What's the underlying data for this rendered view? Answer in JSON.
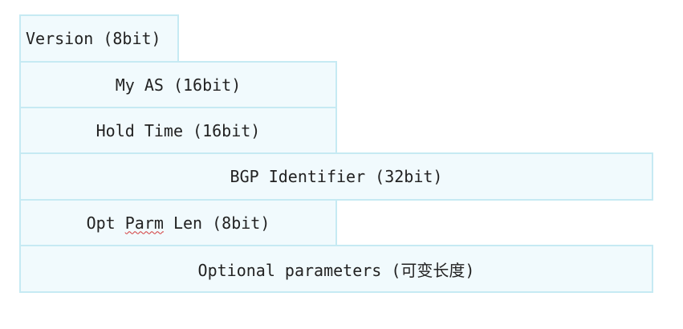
{
  "fields": {
    "version": {
      "label": "Version (8bit)"
    },
    "my_as": {
      "label": "My AS (16bit)"
    },
    "hold_time": {
      "label": "Hold Time (16bit)"
    },
    "bgp_identifier": {
      "label": "BGP Identifier (32bit)"
    },
    "opt_parm_len": {
      "label_pre": "Opt ",
      "label_flagged": "Parm",
      "label_post": " Len (8bit)"
    },
    "optional_parameters": {
      "label": "Optional parameters (可变长度)"
    }
  },
  "colors": {
    "cell_fill": "#f1fafd",
    "cell_border": "#c6eaf3",
    "text": "#222222",
    "spellcheck_underline": "#d23a3a"
  }
}
